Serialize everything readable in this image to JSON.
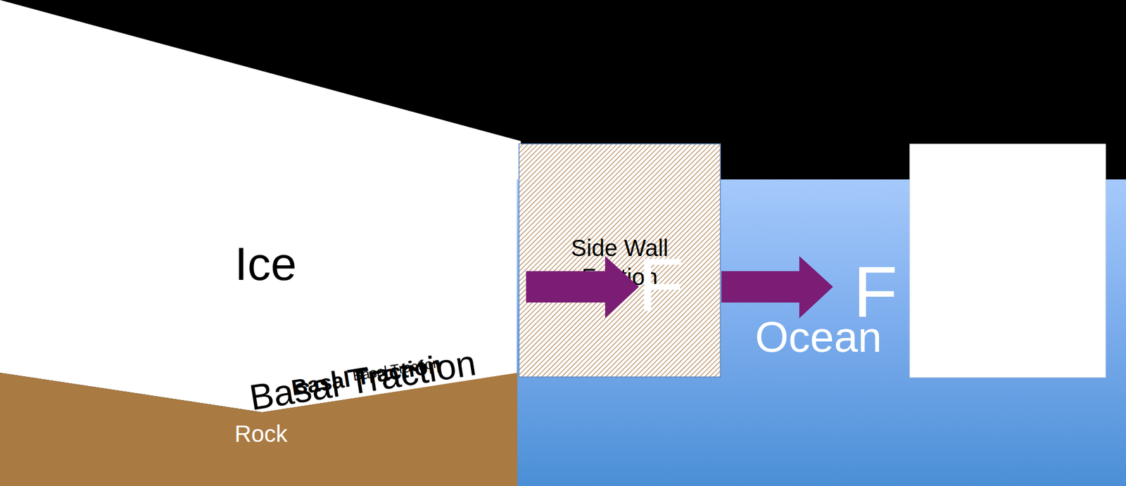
{
  "diagram": {
    "nodes": [
      {
        "text": [
          "Ice"
        ]
      },
      {
        "text": [
          "Rock"
        ]
      },
      {
        "text": [
          "Ocean"
        ]
      },
      {
        "text": [
          "Side Wall Friction"
        ]
      }
    ],
    "labels": [
      "Basal Traction",
      "Basal Traction",
      "Basal Traction",
      "F",
      "F"
    ]
  }
}
